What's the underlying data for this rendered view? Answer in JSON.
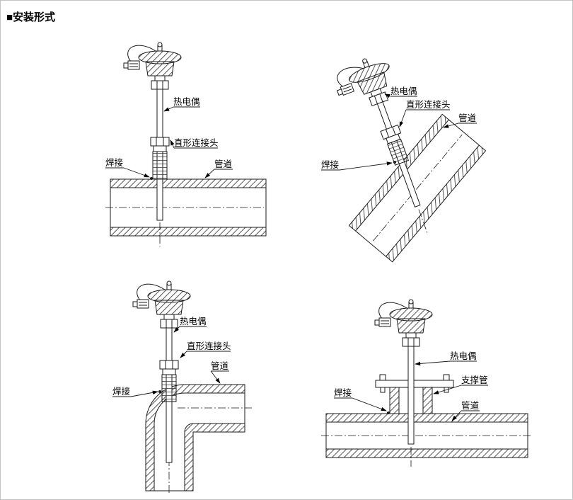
{
  "page": {
    "title": "■安装形式"
  },
  "diagrams": [
    {
      "labels": {
        "thermocouple": "热电偶",
        "connector": "直形连接头",
        "weld": "焊接",
        "pipe": "管道"
      }
    },
    {
      "labels": {
        "thermocouple": "热电偶",
        "connector": "直形连接头",
        "weld": "焊接",
        "pipe": "管道"
      }
    },
    {
      "labels": {
        "thermocouple": "热电偶",
        "connector": "直形连接头",
        "weld": "焊接",
        "pipe": "管道"
      }
    },
    {
      "labels": {
        "thermocouple": "热电偶",
        "support_tube": "支撑管",
        "weld": "焊接",
        "pipe": "管道"
      }
    }
  ]
}
